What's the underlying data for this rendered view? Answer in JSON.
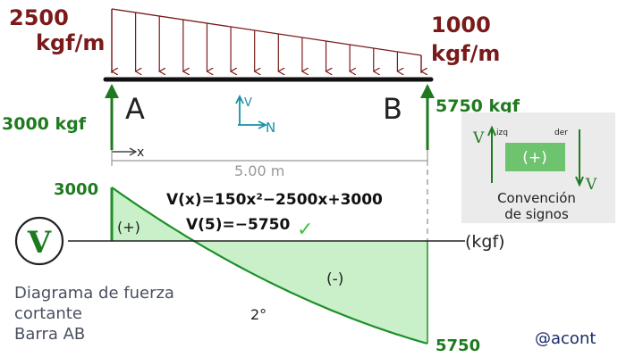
{
  "load": {
    "left_value": "2500",
    "left_unit": "kgf/m",
    "right_value": "1000",
    "right_unit": "kgf/m"
  },
  "supports": {
    "a_label": "A",
    "b_label": "B",
    "a_reaction": "3000 kgf",
    "b_reaction": "5750 kgf"
  },
  "axes": {
    "v_label": "V",
    "n_label": "N",
    "x_label": "x"
  },
  "beam": {
    "length": "5.00 m"
  },
  "diagram": {
    "start_value": "3000",
    "end_value": "5750",
    "equation": "V(x)=150x²−2500x+3000",
    "eval": "V(5)=−5750",
    "check": "✓",
    "positive_region": "(+)",
    "negative_region": "(-)",
    "degree": "2°",
    "axis_unit": "(kgf)",
    "badge": "V"
  },
  "convention": {
    "v_left": "V",
    "v_right": "V",
    "izq": "izq",
    "der": "der",
    "sign": "(+)",
    "title_line1": "Convención",
    "title_line2": "de signos"
  },
  "caption": {
    "line1": "Diagrama de fuerza",
    "line2": "cortante",
    "line3": "Barra AB"
  },
  "credit": "@acont",
  "colors": {
    "load": "#7a1a1a",
    "reaction": "#1f7a1f",
    "fill": "#c9f0c9",
    "curve": "#1f8f2a",
    "caption": "#4a5060",
    "axis_icon": "#1a8fa8",
    "check": "#3ec43e"
  },
  "chart_data": {
    "type": "area",
    "title": "",
    "xlabel": "x",
    "ylabel": "V",
    "xlim": [
      0,
      5
    ],
    "x": [
      0,
      0.5,
      1,
      1.5,
      2,
      2.5,
      3,
      3.5,
      4,
      4.5,
      5
    ],
    "series": [
      {
        "values": [
          3000,
          1787.5,
          650,
          -412.5,
          -1400,
          -2312.5,
          -3150,
          -3912.5,
          -4600,
          -5212.5,
          -5750
        ]
      }
    ]
  }
}
